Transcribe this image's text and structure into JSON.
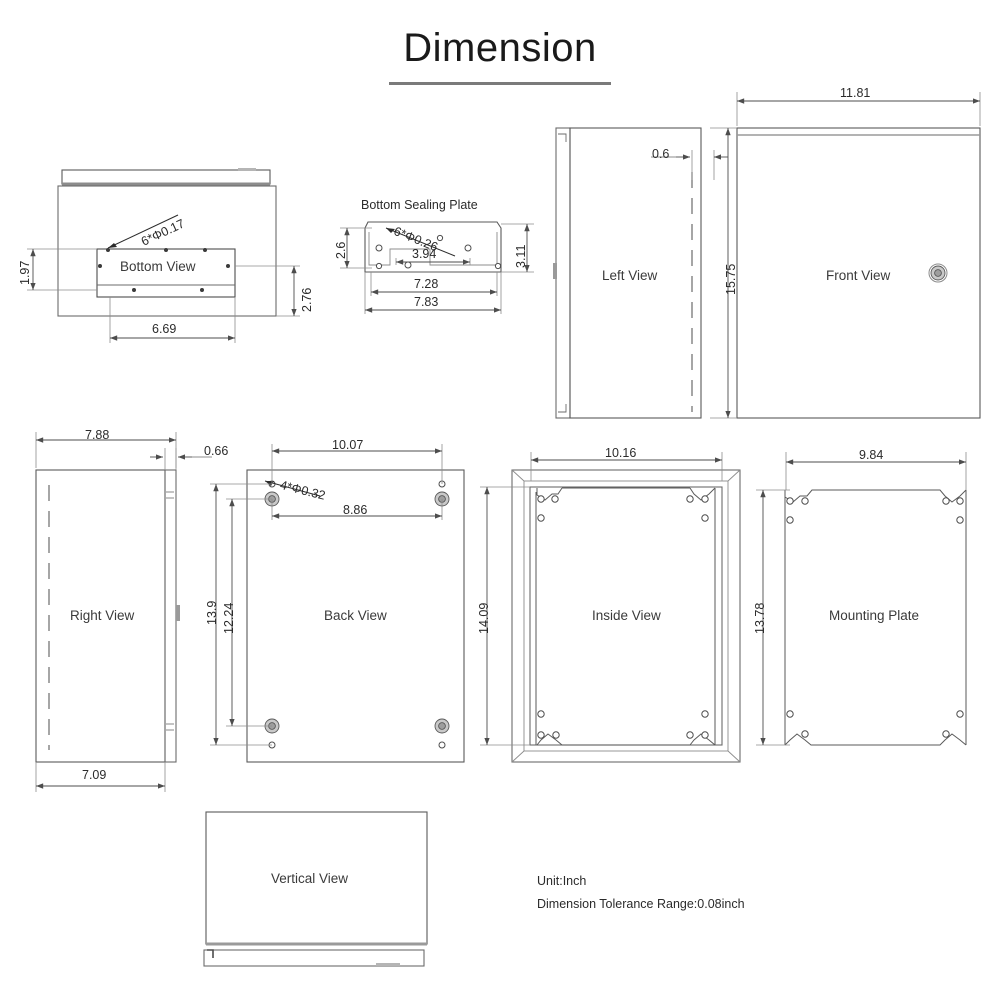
{
  "header": {
    "title": "Dimension"
  },
  "notes": {
    "unit": "Unit:Inch",
    "tolerance": "Dimension Tolerance Range:0.08inch"
  },
  "views": [
    {
      "key": "bottom",
      "label": "Bottom View"
    },
    {
      "key": "sealing",
      "label": "Bottom Sealing Plate"
    },
    {
      "key": "left",
      "label": "Left View"
    },
    {
      "key": "front",
      "label": "Front View"
    },
    {
      "key": "right",
      "label": "Right View"
    },
    {
      "key": "back",
      "label": "Back View"
    },
    {
      "key": "inside",
      "label": "Inside View"
    },
    {
      "key": "mounting",
      "label": "Mounting Plate"
    },
    {
      "key": "vertical",
      "label": "Vertical View"
    }
  ],
  "dimensions": {
    "bottom_view": {
      "width": "6.69",
      "height_left": "1.97",
      "depth_right": "2.76",
      "hole_callout": "6*Φ0.17"
    },
    "bottom_sealing_plate": {
      "title": "Bottom Sealing Plate",
      "hole_callout": "6*Φ0.26",
      "left_height": "2.6",
      "right_height": "3.11",
      "inner_span": "3.94",
      "mid_span": "7.28",
      "outer_width": "7.83"
    },
    "left_view": {
      "flange": "0.6"
    },
    "front_view": {
      "width": "11.81",
      "height": "15.75"
    },
    "right_view": {
      "top_width": "7.88",
      "bottom_width": "7.09",
      "flange": "0.66"
    },
    "back_view": {
      "top_width": "10.07",
      "hole_span": "8.86",
      "hole_callout": "4*Φ0.32",
      "height_outer": "13.9",
      "height_inner": "12.24"
    },
    "inside_view": {
      "width": "10.16",
      "height": "14.09"
    },
    "mounting_plate": {
      "width": "9.84",
      "height": "13.78"
    }
  },
  "colors": {
    "ink": "#231f20",
    "line": "#4d4d4d",
    "light_line": "#8c8c8c",
    "title": "#1a1a1a",
    "background": "#ffffff"
  }
}
